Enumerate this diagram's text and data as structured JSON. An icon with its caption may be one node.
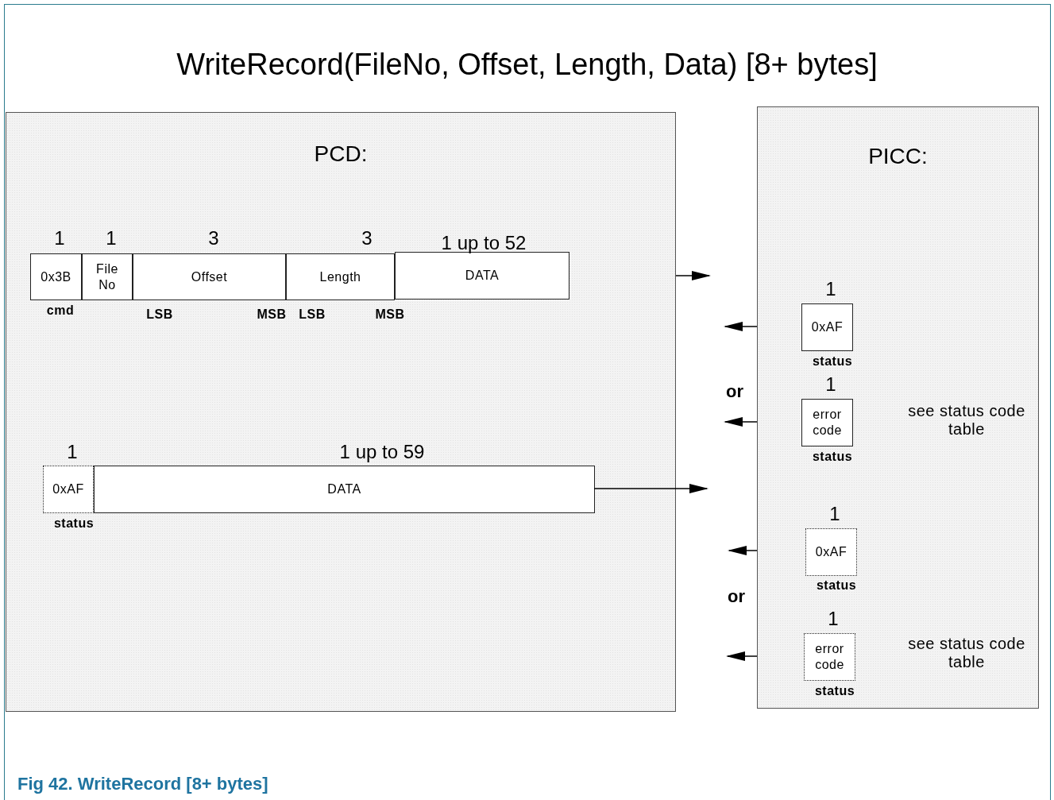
{
  "diagram": {
    "title": "WriteRecord(FileNo, Offset, Length, Data) [8+ bytes]",
    "caption": "Fig 42. WriteRecord [8+ bytes]",
    "nodes": [
      {
        "text": [
          "PCD:"
        ]
      },
      {
        "text": [
          "0x3B"
        ],
        "in": 0,
        "beside": [
          "1",
          "cmd"
        ]
      },
      {
        "text": [
          "File No"
        ],
        "in": 0,
        "beside": [
          "1"
        ]
      },
      {
        "text": [
          "Offset"
        ],
        "in": 0,
        "beside": [
          "3",
          "LSB",
          "MSB"
        ]
      },
      {
        "text": [
          "Length"
        ],
        "in": 0,
        "beside": [
          "3",
          "LSB",
          "MSB"
        ]
      },
      {
        "text": [
          "DATA"
        ],
        "in": 0,
        "beside": [
          "1 up to 52"
        ]
      },
      {
        "text": [
          "0xAF"
        ],
        "in": 0,
        "beside": [
          "1",
          "status"
        ]
      },
      {
        "text": [
          "DATA"
        ],
        "in": 0,
        "beside": [
          "1 up to 59"
        ]
      },
      {
        "text": [
          "PICC:"
        ]
      },
      {
        "text": [
          "0xAF"
        ],
        "in": 8,
        "beside": [
          "1",
          "status"
        ]
      },
      {
        "text": [
          "error code"
        ],
        "in": 8,
        "beside": [
          "1",
          "status",
          "see status code table"
        ]
      },
      {
        "text": [
          "0xAF"
        ],
        "in": 8,
        "beside": [
          "1",
          "status"
        ]
      },
      {
        "text": [
          "error code"
        ],
        "in": 8,
        "beside": [
          "1",
          "status",
          "see status code table"
        ]
      }
    ],
    "edges": [
      {
        "from": 0,
        "to": null,
        "arrow": "to"
      },
      {
        "from": 7,
        "to": null,
        "arrow": "to"
      },
      {
        "from": 8,
        "to": null,
        "arrow": "to"
      },
      {
        "from": 8,
        "to": null,
        "arrow": "to"
      },
      {
        "from": 8,
        "to": null,
        "arrow": "to"
      },
      {
        "from": 8,
        "to": null,
        "arrow": "to"
      }
    ],
    "labels": [
      "or",
      "or"
    ]
  }
}
